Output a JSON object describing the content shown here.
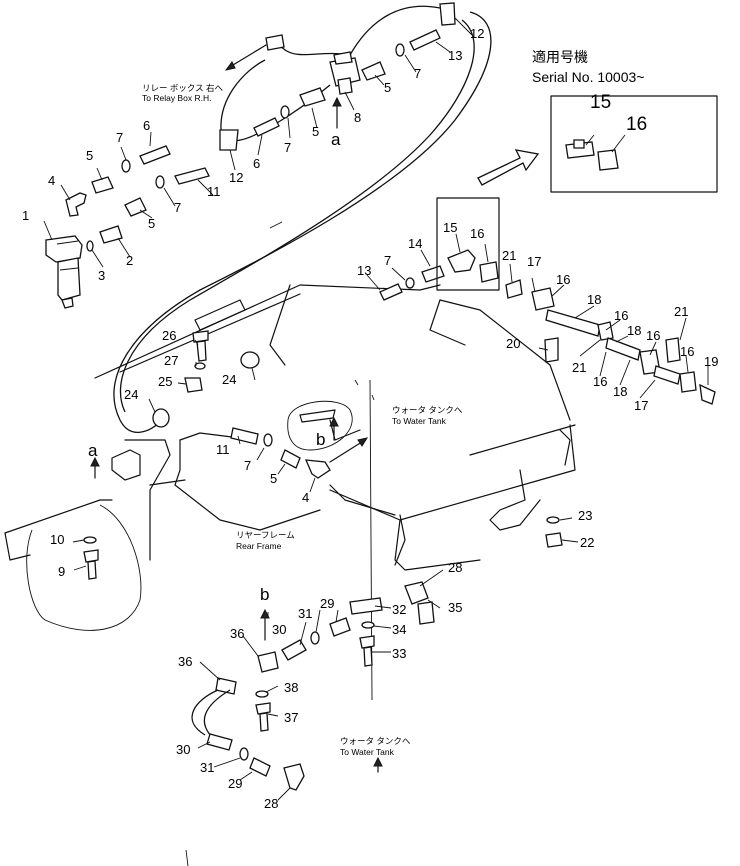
{
  "serial": {
    "applicable_jp": "適用号機",
    "serial_text": "Serial No. 10003~"
  },
  "notes": {
    "relay_jp": "リレー ボックス 右へ",
    "relay_en": "To Relay Box R.H.",
    "water_jp": "ウォータ タンクへ",
    "water_en": "To Water Tank",
    "water2_jp": "ウォータ タンクへ",
    "water2_en": "To Water Tank",
    "rear_jp": "リヤーフレーム",
    "rear_en": "Rear Frame"
  },
  "views": {
    "a": "a",
    "b": "b"
  },
  "callouts": {
    "c1": "1",
    "c2": "2",
    "c3": "3",
    "c4a": "4",
    "c4b": "4",
    "c5a": "5",
    "c5b": "5",
    "c5c": "5",
    "c5d": "5",
    "c5e": "5",
    "c6a": "6",
    "c6b": "6",
    "c7a": "7",
    "c7b": "7",
    "c7c": "7",
    "c7d": "7",
    "c7e": "7",
    "c7f": "7",
    "c8": "8",
    "c9": "9",
    "c10": "10",
    "c11a": "11",
    "c11b": "11",
    "c12a": "12",
    "c12b": "12",
    "c13a": "13",
    "c13b": "13",
    "c14": "14",
    "c15a": "15",
    "c15b": "15",
    "c16a": "16",
    "c16b": "16",
    "c16c": "16",
    "c16d": "16",
    "c16e": "16",
    "c16f": "16",
    "c16g": "16",
    "c17a": "17",
    "c17b": "17",
    "c18a": "18",
    "c18b": "18",
    "c18c": "18",
    "c19": "19",
    "c20": "20",
    "c21a": "21",
    "c21b": "21",
    "c21c": "21",
    "c22": "22",
    "c23": "23",
    "c24a": "24",
    "c24b": "24",
    "c25": "25",
    "c26": "26",
    "c27": "27",
    "c28a": "28",
    "c28b": "28",
    "c29a": "29",
    "c29b": "29",
    "c30a": "30",
    "c30b": "30",
    "c31a": "31",
    "c31b": "31",
    "c32": "32",
    "c33": "33",
    "c34": "34",
    "c35": "35",
    "c36a": "36",
    "c36b": "36",
    "c37": "37",
    "c38": "38"
  }
}
